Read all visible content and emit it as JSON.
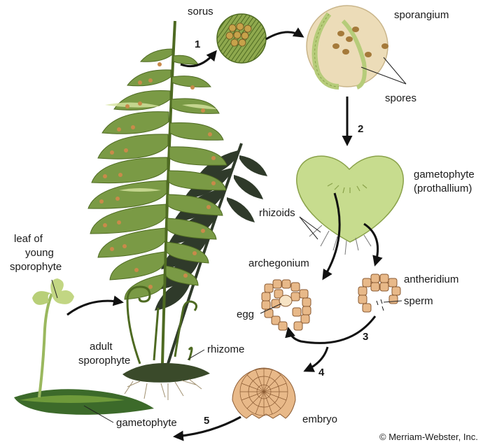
{
  "labels": {
    "sorus": "sorus",
    "sporangium": "sporangium",
    "spores": "spores",
    "gametophyte_top_1": "gametophyte",
    "gametophyte_top_2": "(prothallium)",
    "rhizoids": "rhizoids",
    "archegonium": "archegonium",
    "antheridium": "antheridium",
    "egg": "egg",
    "sperm": "sperm",
    "embryo": "embryo",
    "leaf_young_1": "leaf of",
    "leaf_young_2": "young",
    "leaf_young_3": "sporophyte",
    "adult_1": "adult",
    "adult_2": "sporophyte",
    "rhizome": "rhizome",
    "gametophyte_bottom": "gametophyte"
  },
  "steps": [
    "1",
    "2",
    "3",
    "4",
    "5"
  ],
  "credit": "© Merriam-Webster, Inc.",
  "colors": {
    "frond": "#6f8f3f",
    "frond_dark": "#2f3a2a",
    "leaf_light": "#c9d98a",
    "spore_dot": "#c98a4a",
    "gametophyte": "#c7dc8e",
    "cell": "#e8b989",
    "cell_stroke": "#8a5a32",
    "sporangium_bg": "#ecdcb8"
  }
}
